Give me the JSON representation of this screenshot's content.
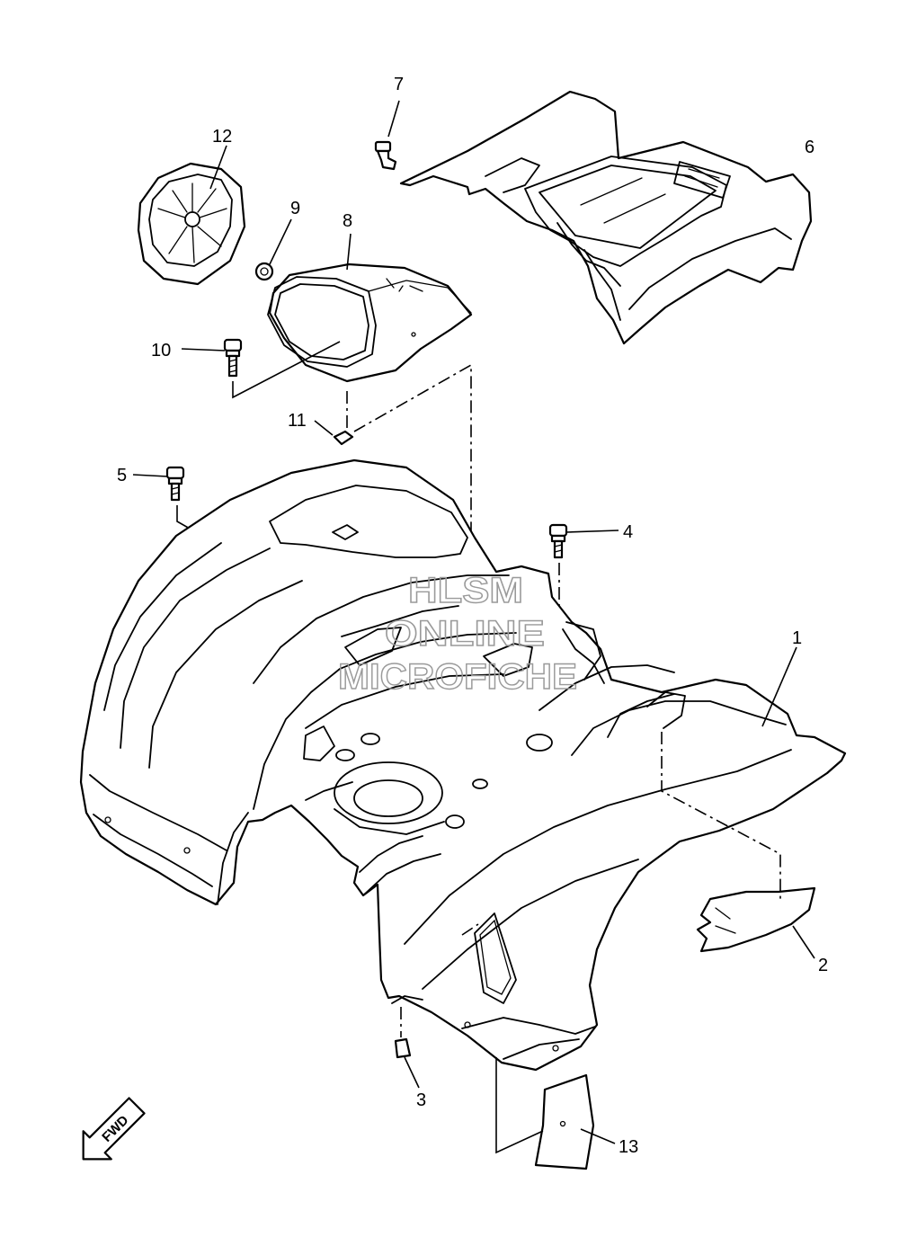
{
  "callouts": {
    "c1": "1",
    "c2": "2",
    "c3": "3",
    "c4": "4",
    "c5": "5",
    "c6": "6",
    "c7": "7",
    "c8": "8",
    "c9": "9",
    "c10": "10",
    "c11": "11",
    "c12": "12",
    "c13": "13"
  },
  "watermark": {
    "line1": "HLSM",
    "line2": "ONLINE",
    "line3": "MICROFICHE"
  },
  "direction_arrow": {
    "label": "FWD",
    "icon": "forward-arrow-icon"
  },
  "colors": {
    "line": "#000000",
    "background": "#ffffff",
    "watermark": "#9a9a9a"
  }
}
